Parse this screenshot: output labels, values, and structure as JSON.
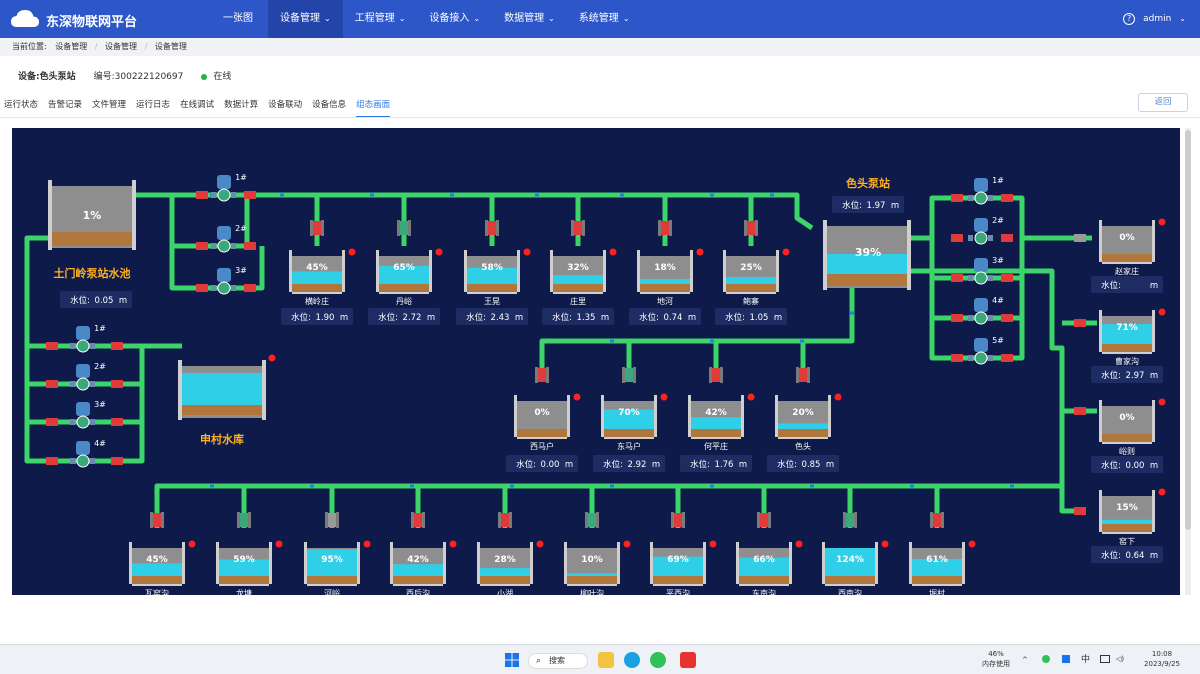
{
  "app": {
    "title": "东深物联网平台",
    "user": "admin"
  },
  "menu": [
    {
      "label": "一张图",
      "active": false,
      "caret": false
    },
    {
      "label": "设备管理",
      "active": true,
      "caret": true
    },
    {
      "label": "工程管理",
      "active": false,
      "caret": true
    },
    {
      "label": "设备接入",
      "active": false,
      "caret": true
    },
    {
      "label": "数据管理",
      "active": false,
      "caret": true
    },
    {
      "label": "系统管理",
      "active": false,
      "caret": true
    }
  ],
  "breadcrumb": {
    "prefix": "当前位置:",
    "items": [
      "设备管理",
      "设备管理",
      "设备管理"
    ]
  },
  "device": {
    "name": "设备:色头泵站",
    "code": "编号:300222120697",
    "status": "在线"
  },
  "tabs": [
    "运行状态",
    "告警记录",
    "文件管理",
    "运行日志",
    "在线调试",
    "数据计算",
    "设备联动",
    "设备信息",
    "组态画面"
  ],
  "active_tab": 8,
  "back_label": "返回",
  "scada": {
    "level_label": "水位:",
    "unit": "m",
    "big_tanks": [
      {
        "name": "土门岭泵站水池",
        "percent": "1%",
        "level": "0.05"
      },
      {
        "name": "色头泵站",
        "percent": "39%",
        "level": "1.97"
      },
      {
        "name": "申村水库",
        "percent": "",
        "level": ""
      }
    ],
    "pump_labels": [
      "1#",
      "2#",
      "3#",
      "4#",
      "5#"
    ],
    "row1": [
      {
        "name": "横岭庄",
        "percent": "45%",
        "level": "1.90"
      },
      {
        "name": "丹峪",
        "percent": "65%",
        "level": "2.72"
      },
      {
        "name": "王晃",
        "percent": "58%",
        "level": "2.43"
      },
      {
        "name": "庄里",
        "percent": "32%",
        "level": "1.35"
      },
      {
        "name": "地河",
        "percent": "18%",
        "level": "0.74"
      },
      {
        "name": "鲍寨",
        "percent": "25%",
        "level": "1.05"
      }
    ],
    "row2": [
      {
        "name": "西马户",
        "percent": "0%",
        "level": "0.00"
      },
      {
        "name": "东马户",
        "percent": "70%",
        "level": "2.92"
      },
      {
        "name": "何平庄",
        "percent": "42%",
        "level": "1.76"
      },
      {
        "name": "色头",
        "percent": "20%",
        "level": "0.85"
      }
    ],
    "right": [
      {
        "name": "赵家庄",
        "percent": "0%",
        "level": ""
      },
      {
        "name": "曹家沟",
        "percent": "71%",
        "level": "2.97"
      },
      {
        "name": "峪则",
        "percent": "0%",
        "level": "0.00"
      },
      {
        "name": "窑下",
        "percent": "15%",
        "level": "0.64"
      }
    ],
    "row3": [
      {
        "name": "瓦窑沟",
        "percent": "45%"
      },
      {
        "name": "龙塘",
        "percent": "59%"
      },
      {
        "name": "河峪",
        "percent": "95%"
      },
      {
        "name": "西后沟",
        "percent": "42%"
      },
      {
        "name": "小湖",
        "percent": "28%"
      },
      {
        "name": "柳叶沟",
        "percent": "10%"
      },
      {
        "name": "平西沟",
        "percent": "69%"
      },
      {
        "name": "东南沟",
        "percent": "66%"
      },
      {
        "name": "西南沟",
        "percent": "124%"
      },
      {
        "name": "堀村",
        "percent": "61%"
      }
    ]
  },
  "taskbar": {
    "search": "搜索",
    "mem_pct": "46%",
    "mem_label": "内存使用",
    "ime": "中",
    "time": "10:08",
    "date": "2023/9/25"
  },
  "colors": {
    "topbar": "#2d56c9",
    "canvas": "#0d1a4a",
    "pipe": "#3dd46a",
    "tank_label": "#ffb020",
    "active_tab": "#2d7be0"
  }
}
